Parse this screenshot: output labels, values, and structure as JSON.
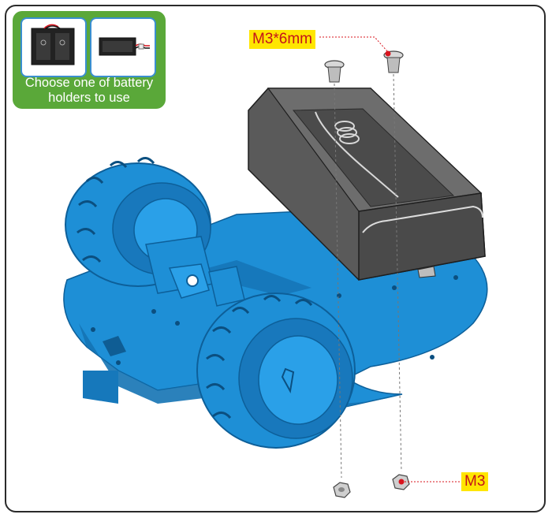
{
  "note": {
    "text_line1": "Choose one of battery",
    "text_line2": "holders to use"
  },
  "callouts": {
    "screw_label": "M3*6mm",
    "nut_label": "M3"
  },
  "colors": {
    "chassis_blue": "#1e8fd6",
    "note_green": "#5aa839",
    "callout_yellow": "#ffe600",
    "callout_red": "#c4131a",
    "battery_box_gray": "#5a5a5a"
  }
}
